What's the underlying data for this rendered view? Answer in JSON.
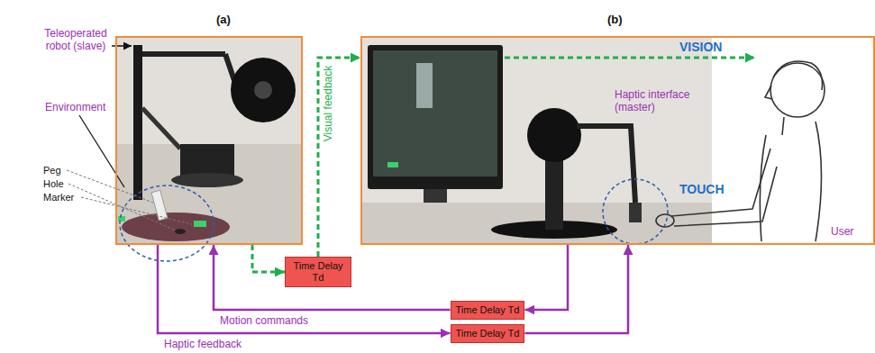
{
  "diagram": {
    "nodes": [
      {
        "text": [
          "(a)"
        ]
      },
      {
        "text": [
          "(b)",
          "VISION",
          "Haptic interface (master)",
          "TOUCH",
          "User"
        ]
      },
      {
        "text": [
          "Time Delay Td"
        ]
      },
      {
        "text": [
          "Time Delay Td"
        ]
      },
      {
        "text": [
          "Time Delay Td"
        ]
      }
    ],
    "edges": [
      {
        "from": 0,
        "to": 2,
        "arrow": "to"
      },
      {
        "from": 2,
        "to": 1,
        "label": "Visual feedback",
        "arrow": "to"
      },
      {
        "from": 1,
        "to": 3,
        "arrow": "to"
      },
      {
        "from": 3,
        "to": 0,
        "label": "Motion commands",
        "arrow": "to"
      },
      {
        "from": 0,
        "to": 4,
        "label": "Haptic feedback",
        "arrow": "to"
      },
      {
        "from": 4,
        "to": 1,
        "arrow": "to"
      }
    ],
    "labels": [
      "Teleoperated robot (slave)",
      "Environment",
      "Peg",
      "Hole",
      "Marker"
    ]
  }
}
